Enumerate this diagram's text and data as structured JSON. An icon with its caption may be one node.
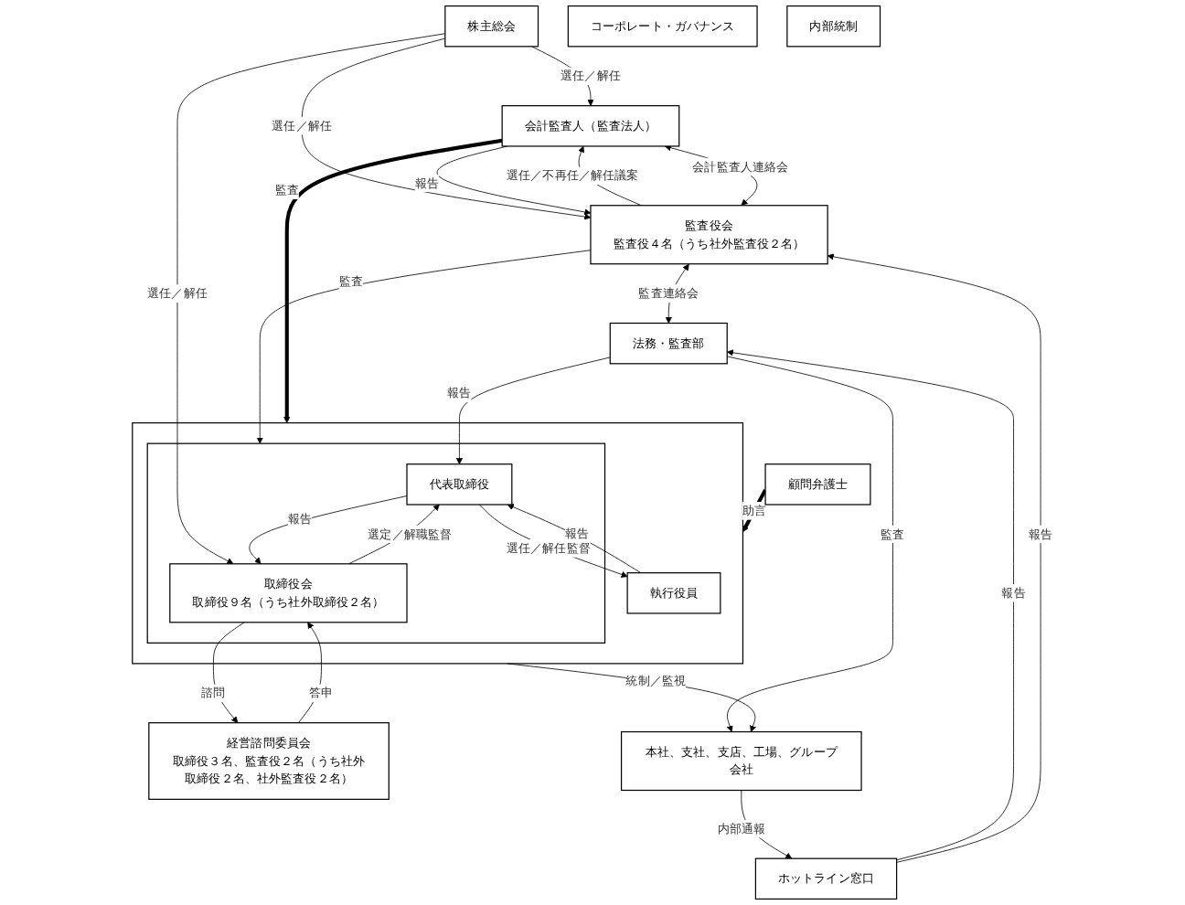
{
  "diagram": {
    "nodes": [
      {
        "text": [
          "コーポレート・ガバナンス"
        ]
      },
      {
        "text": [
          "内部統制"
        ]
      },
      {
        "text": [
          "株主総会"
        ]
      },
      {
        "text": [
          "会計監査人（監査法人）"
        ]
      },
      {
        "text": [
          "監査役会",
          "監査役４名（うち社外監査役２名）"
        ]
      },
      {
        "text": [],
        "shape": "box"
      },
      {
        "text": [],
        "shape": "box",
        "in": 5
      },
      {
        "text": [
          "取締役会",
          "取締役９名（うち社外取締役２名）"
        ],
        "in": 6
      },
      {
        "text": [
          "代表取締役"
        ],
        "in": 6
      },
      {
        "text": [
          "執行役員"
        ],
        "in": 5
      },
      {
        "text": [
          "経営諮問委員会",
          "取締役３名、監査役２名（うち社外取締役２名、社外監査役２名）"
        ]
      },
      {
        "text": [
          "顧問弁護士"
        ]
      },
      {
        "text": [
          "法務・監査部"
        ]
      },
      {
        "text": [
          "本社、支社、支店、工場、グループ会社"
        ]
      },
      {
        "text": [
          "ホットライン窓口"
        ]
      }
    ],
    "edges": [
      {
        "from": 2,
        "to": 3,
        "arrow": "to",
        "label": "選任／解任"
      },
      {
        "from": 2,
        "to": 4,
        "arrow": "to",
        "label": "選任／解任"
      },
      {
        "from": 2,
        "to": 7,
        "arrow": "to",
        "label": "選任／解任"
      },
      {
        "from": 4,
        "to": 3,
        "arrow": "to",
        "label": "選任／不再任／解任議案"
      },
      {
        "from": 3,
        "to": 4,
        "arrow": "to",
        "label": "報告"
      },
      {
        "from": 4,
        "to": 3,
        "arrow": "both",
        "label": "会計監査人連絡会"
      },
      {
        "from": 4,
        "to": 6,
        "arrow": "to",
        "label": "監査"
      },
      {
        "from": 4,
        "to": 12,
        "arrow": "both",
        "label": "監査連絡会"
      },
      {
        "from": 7,
        "to": 10,
        "arrow": "to",
        "label": "諮問"
      },
      {
        "from": 10,
        "to": 7,
        "arrow": "to",
        "label": "答申"
      },
      {
        "from": 7,
        "to": 8,
        "arrow": "to",
        "label": "選定／解職監督"
      },
      {
        "from": 8,
        "to": 7,
        "arrow": "to",
        "label": "報告"
      },
      {
        "from": 8,
        "to": 9,
        "arrow": "to",
        "label": "選任／解任監督"
      },
      {
        "from": 9,
        "to": 8,
        "arrow": "to",
        "label": "報告"
      },
      {
        "from": 12,
        "to": 8,
        "arrow": "to",
        "label": "報告"
      },
      {
        "from": 5,
        "to": 13,
        "arrow": "to",
        "label": "統制／監視"
      },
      {
        "from": 12,
        "to": 13,
        "arrow": "to",
        "label": "監査"
      },
      {
        "from": 13,
        "to": 14,
        "arrow": "to",
        "label": "内部通報"
      },
      {
        "from": 14,
        "to": 12,
        "arrow": "to",
        "label": "報告"
      },
      {
        "from": 14,
        "to": 4,
        "arrow": "to",
        "label": "報告"
      },
      {
        "from": 3,
        "to": 5,
        "arrow": "to",
        "label": "監査",
        "style": "thick"
      },
      {
        "from": 11,
        "to": 5,
        "arrow": "to",
        "label": "助言",
        "style": "thick"
      }
    ]
  }
}
